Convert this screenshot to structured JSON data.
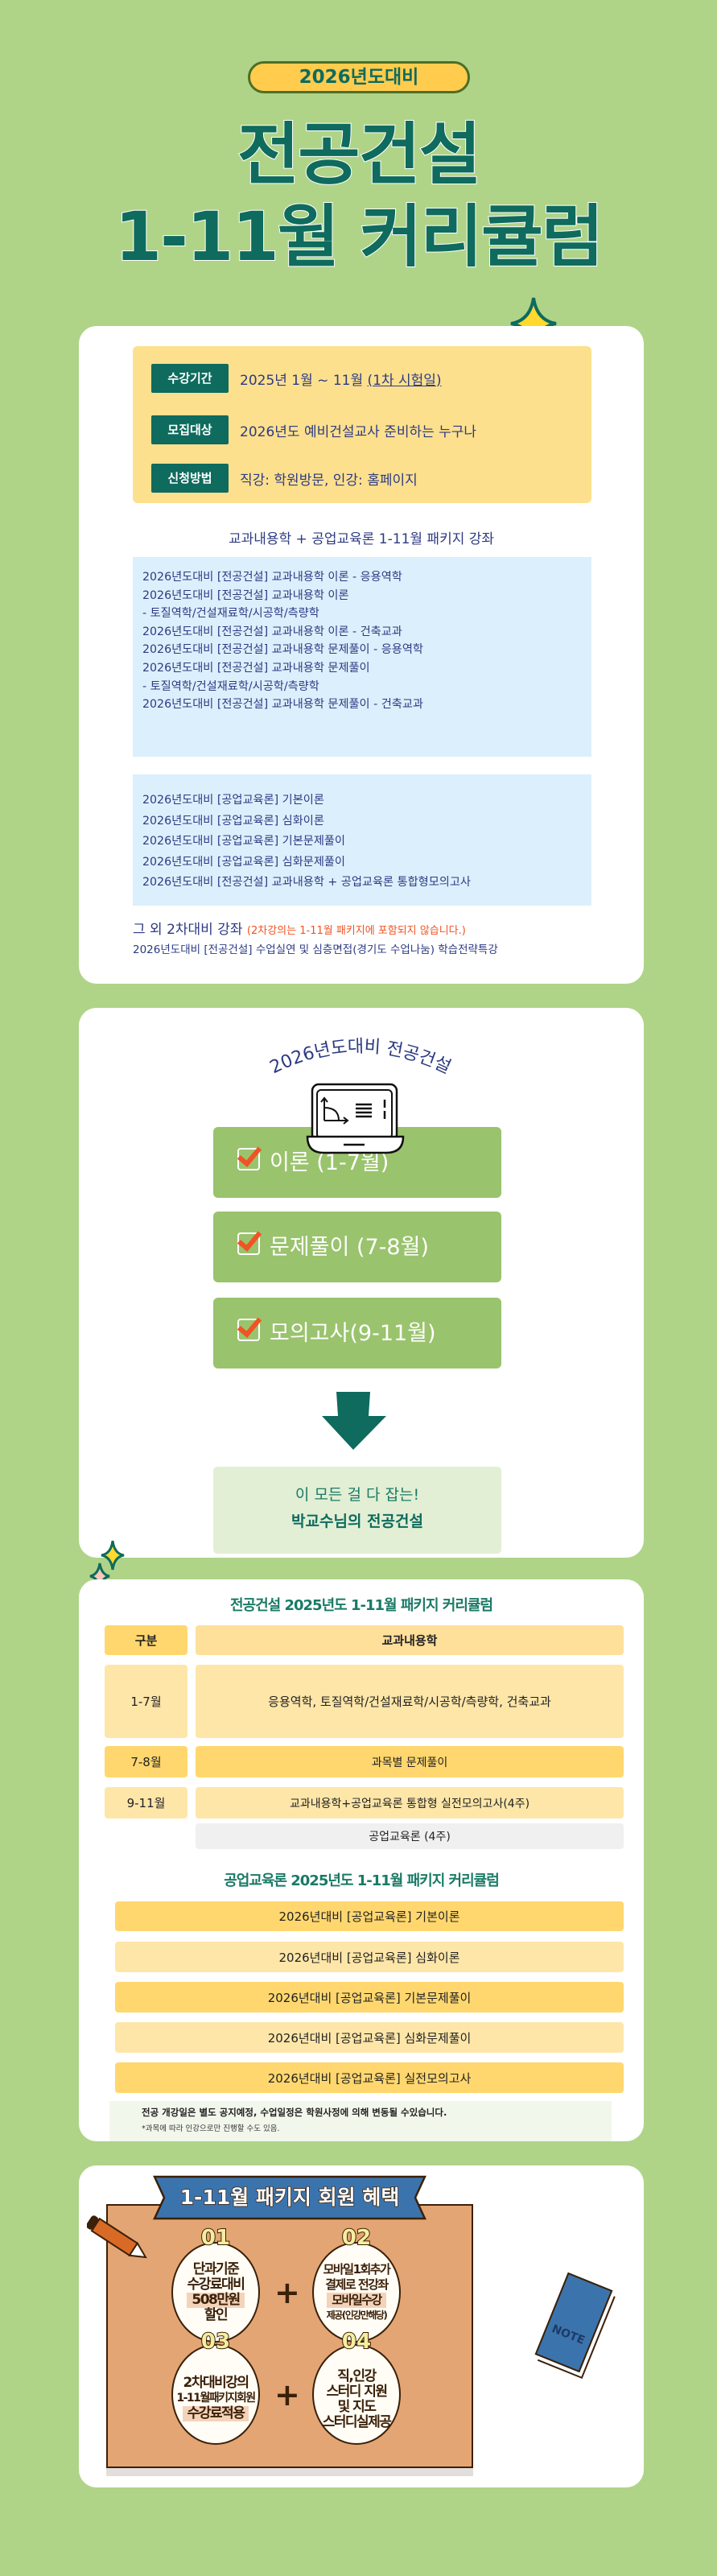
{
  "header": {
    "badge": "2026년도대비",
    "title_line1": "전공건설",
    "title_line2": "1-11월 커리큘럼"
  },
  "info": {
    "rows": [
      {
        "label": "수강기간",
        "value": "2025년 1월 ~ 11월 ",
        "value_underlined": "(1차 시험일)"
      },
      {
        "label": "모집대상",
        "value": "2026년도 예비건설교사 준비하는 누구나"
      },
      {
        "label": "신청방법",
        "value": "직강: 학원방문, 인강: 홈페이지"
      }
    ],
    "package_title": "교과내용학 + 공업교육론 1-11월 패키지 강좌",
    "list1": [
      "2026년도대비 [전공건설] 교과내용학 이론 - 응용역학",
      "2026년도대비 [전공건설] 교과내용학 이론",
      "- 토질역학/건설재료학/시공학/측량학",
      "2026년도대비 [전공건설] 교과내용학 이론 - 건축교과",
      "2026년도대비 [전공건설] 교과내용학 문제풀이 - 응용역학",
      "2026년도대비 [전공건설] 교과내용학 문제풀이",
      "- 토질역학/건설재료학/시공학/측량학",
      "2026년도대비 [전공건설] 교과내용학 문제풀이 - 건축교과"
    ],
    "list2": [
      "2026년도대비 [공업교육론] 기본이론",
      "2026년도대비 [공업교육론] 심화이론",
      "2026년도대비 [공업교육론] 기본문제풀이",
      "2026년도대비 [공업교육론] 심화문제풀이",
      "2026년도대비 [전공건설] 교과내용학 + 공업교육론 통합형모의고사"
    ],
    "extra_title": "그 외 2차대비 강좌",
    "extra_note": "(2차강의는 1-11월 패키지에 포함되지 않습니다.)",
    "extra_item": "2026년도대비 [전공건설] 수업실연 및 심층면접(경기도 수업나눔) 학습전략특강"
  },
  "stages": {
    "arc_title": "2026년도대비 전공건설",
    "items": [
      "이론 (1-7월)",
      "문제풀이 (7-8월)",
      "모의고사(9-11월)"
    ],
    "slogan1": "이 모든 걸 다 잡는!",
    "slogan2": "박교수님의 전공건설"
  },
  "curriculum": {
    "title": "전공건설 2025년도 1-11월 패키지 커리큘럼",
    "head": [
      "구분",
      "교과내용학"
    ],
    "rows": [
      {
        "period": "1-7월",
        "content": "응용역학, 토질역학/건설재료학/시공학/측량학, 건축교과"
      },
      {
        "period": "7-8월",
        "content": "과목별 문제풀이"
      },
      {
        "period": "9-11월",
        "content": "교과내용학+공업교육론 통합형 실전모의고사(4주)",
        "sub": "공업교육론 (4주)"
      }
    ],
    "title2": "공업교육론 2025년도 1-11월 패키지 커리큘럼",
    "items2": [
      "2026년대비 [공업교육론] 기본이론",
      "2026년대비 [공업교육론] 심화이론",
      "2026년대비 [공업교육론] 기본문제풀이",
      "2026년대비 [공업교육론] 심화문제풀이",
      "2026년대비 [공업교육론] 실전모의고사"
    ],
    "note1": "전공 개강일은 별도 공지예정, 수업일정은 학원사정에 의해 변동될 수있습니다.",
    "note2": "*과목에 따라 인강으로만 진행할 수도 있음."
  },
  "benefits": {
    "title": "1-11월 패키지 회원 혜택",
    "items": [
      {
        "num": "01",
        "lines": [
          "단과기준",
          "수강료대비"
        ],
        "highlight": "508만원",
        "tail": "할인"
      },
      {
        "num": "02",
        "lines": [
          "모바일1회추가",
          "결제로 전강좌"
        ],
        "highlight": "모바일수강",
        "tail": "제공(인강만해당)"
      },
      {
        "num": "03",
        "lines": [
          "2차대비강의",
          "1-11월패키지회원"
        ],
        "highlight": "수강료적용",
        "tail": ""
      },
      {
        "num": "04",
        "lines": [
          "직,인강",
          "스터디 지원",
          "및 지도",
          "스터디실제공"
        ],
        "highlight": "",
        "tail": ""
      }
    ],
    "plus": "+",
    "note_label": "NOTE"
  },
  "colors": {
    "bg": "#afd488",
    "brand": "#0e6b5e",
    "text_blue": "#2d3a82",
    "accent_red": "#f05424"
  }
}
